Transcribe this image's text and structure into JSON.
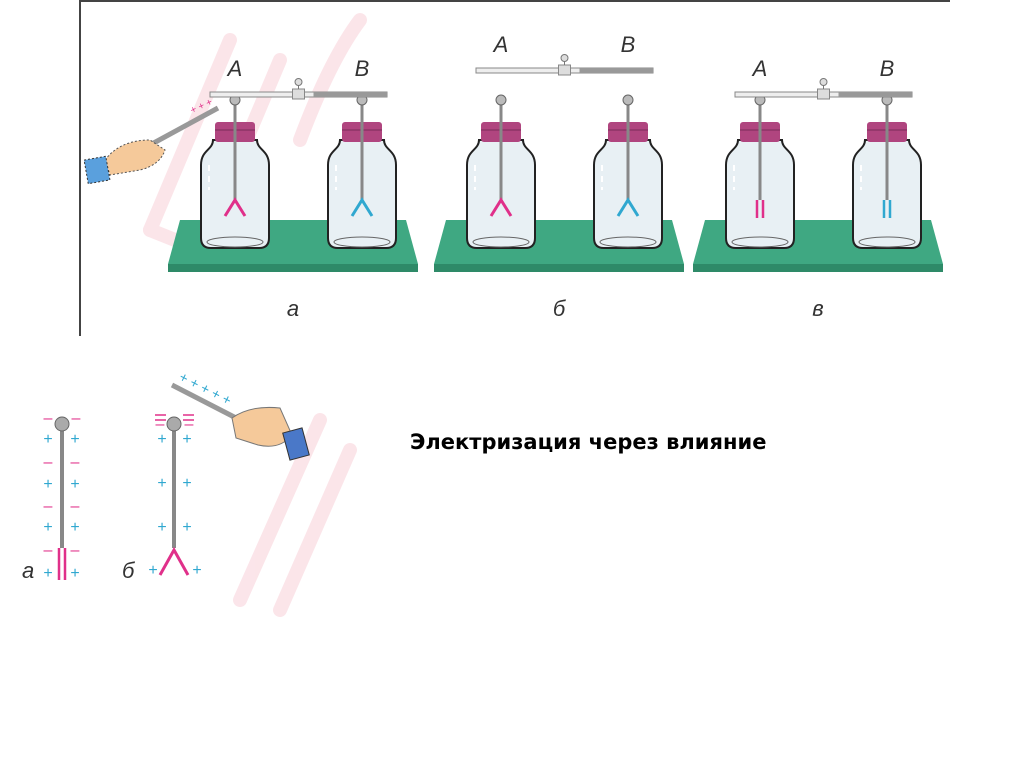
{
  "slide": {
    "title": "Электризация через влияние"
  },
  "figure_top": {
    "panels": [
      {
        "label": "а",
        "left": "A",
        "right": "B",
        "connected": true,
        "leaves": "spread",
        "rod": true
      },
      {
        "label": "б",
        "left": "A",
        "right": "B",
        "connected": false,
        "leaves": "spread",
        "rod": false
      },
      {
        "label": "в",
        "left": "A",
        "right": "B",
        "connected": true,
        "leaves": "closed",
        "rod": false
      }
    ],
    "rod_charge": "+ + +"
  },
  "figure_bottom": {
    "labels": [
      "а",
      "б"
    ],
    "plus": "+",
    "minus": "–"
  },
  "colors": {
    "board": "#3fa882",
    "cap": "#b0457f",
    "neg": "#e0308a",
    "pos": "#30a8d0",
    "watermark": "#f7c6d0"
  }
}
